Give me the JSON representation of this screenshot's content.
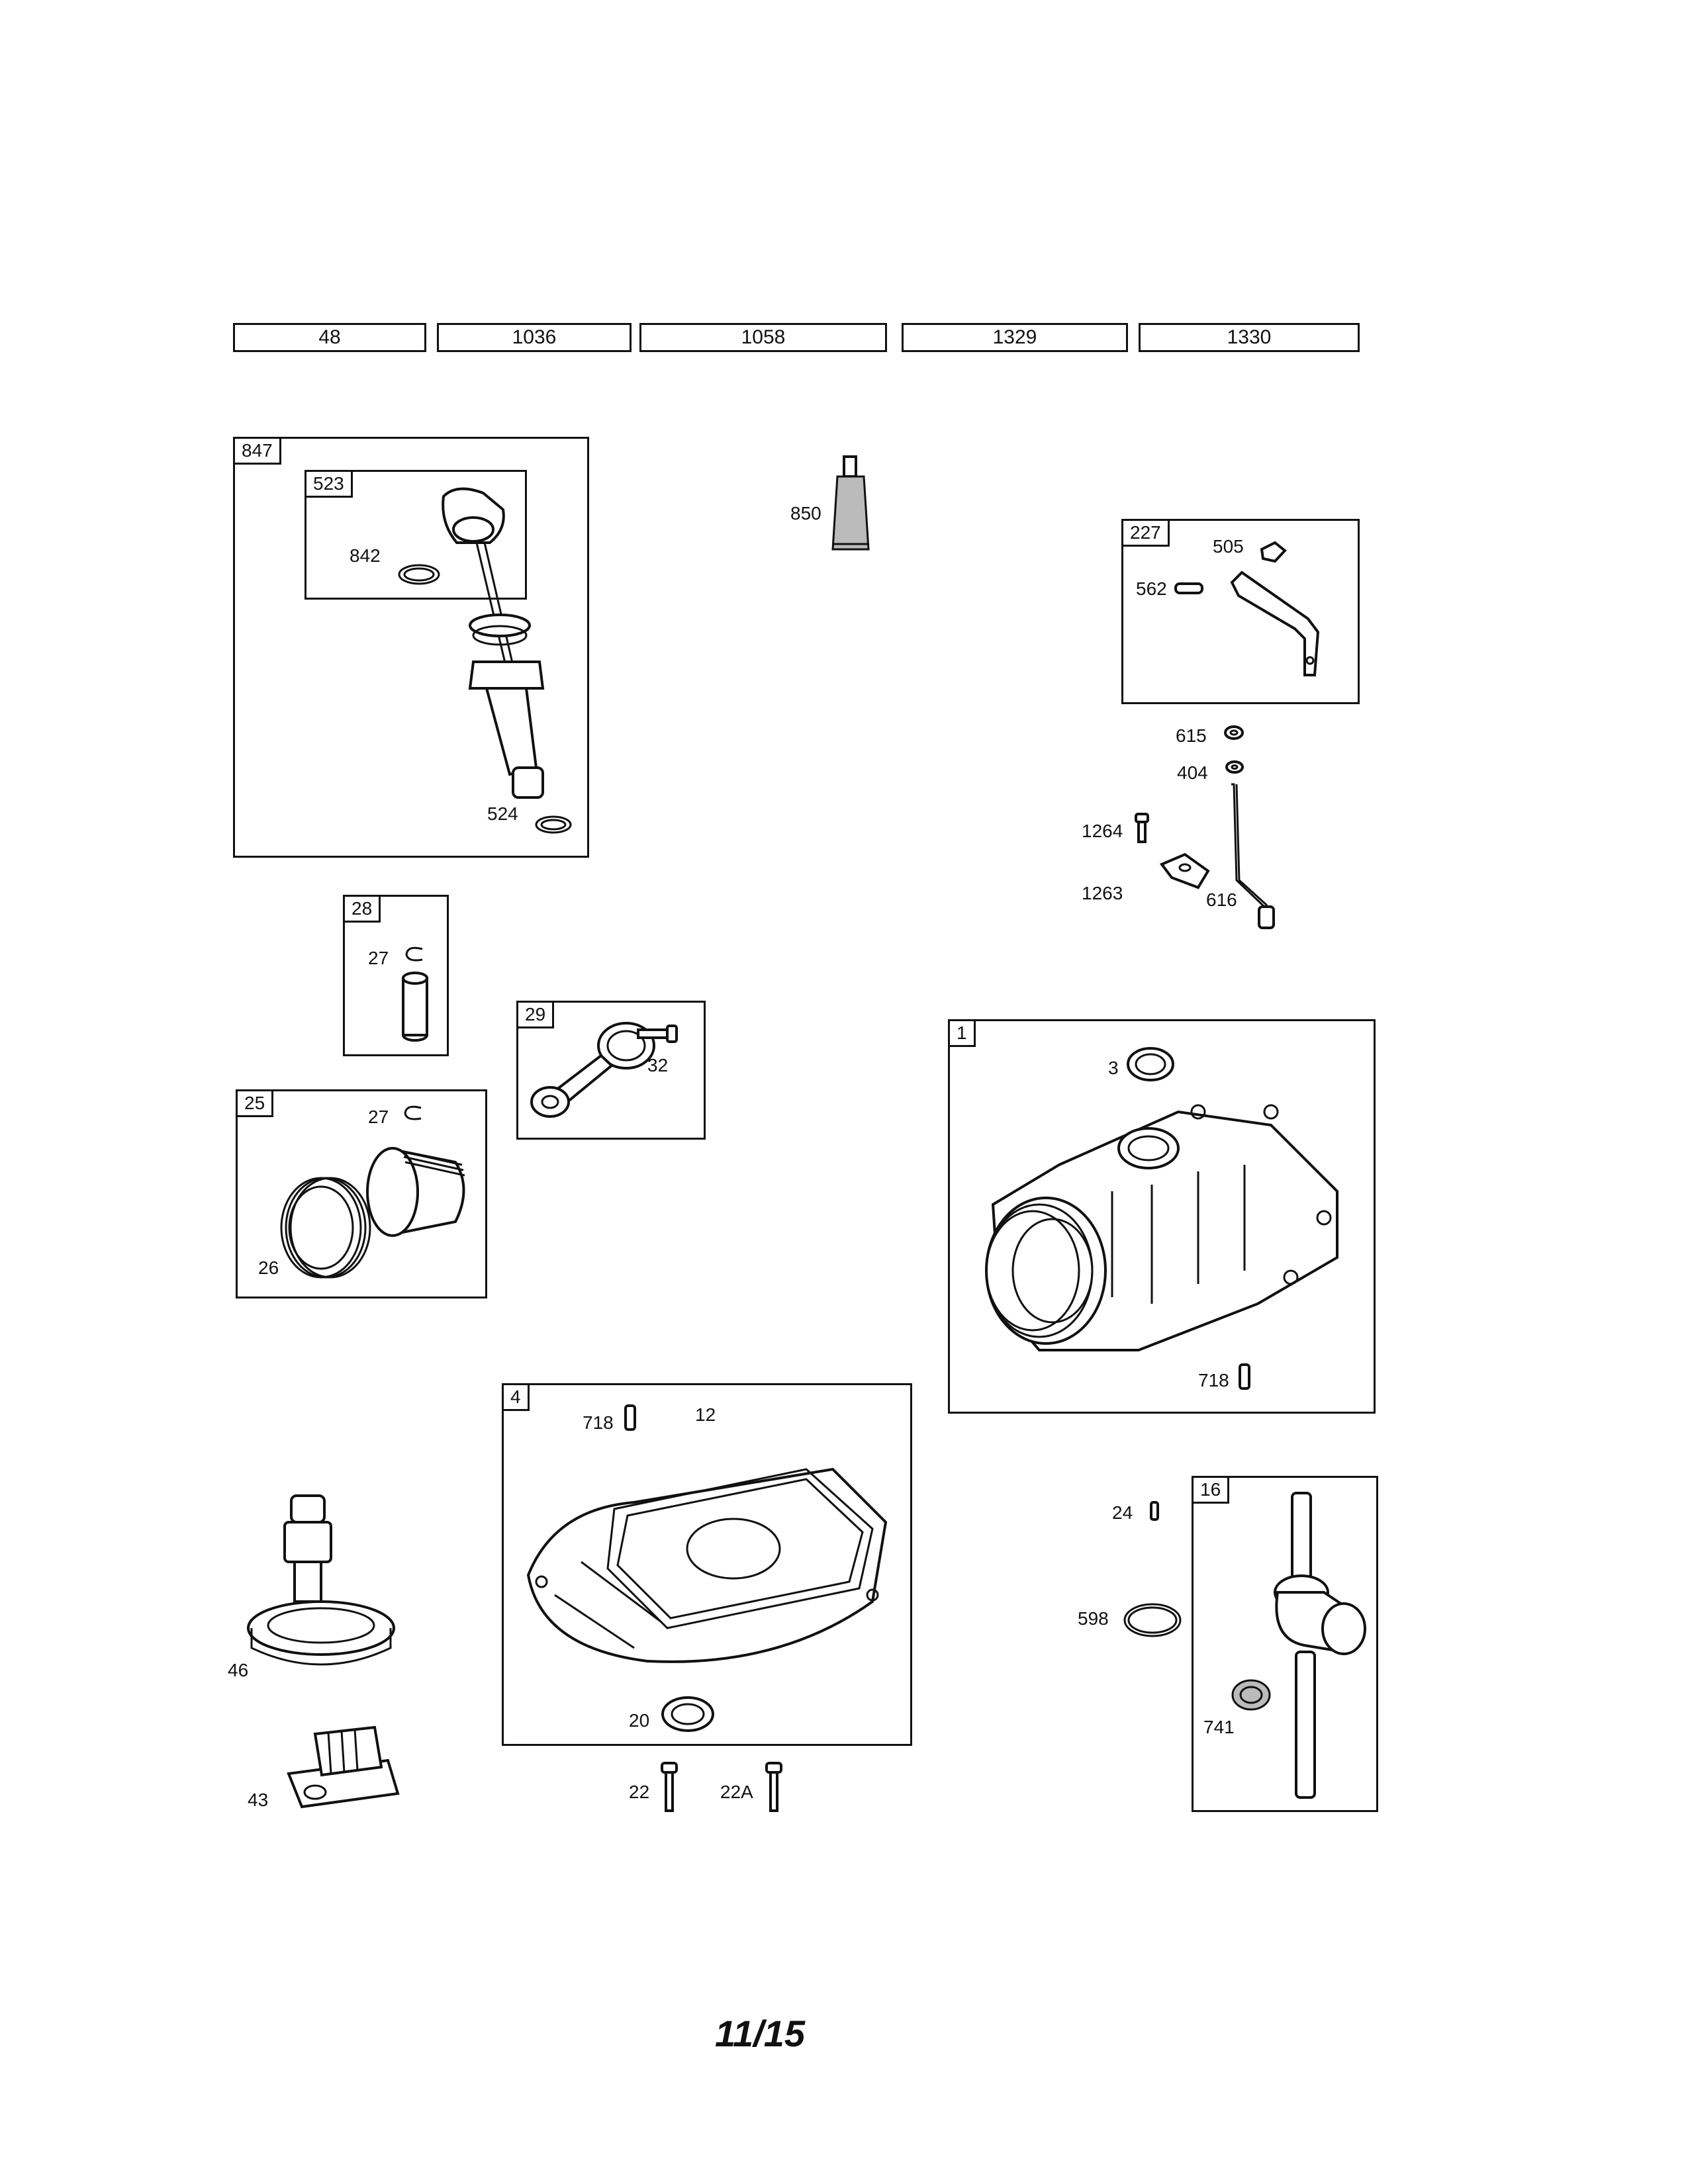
{
  "header_cells": [
    "48",
    "1036",
    "1058",
    "1329",
    "1330"
  ],
  "groups": {
    "g847": "847",
    "g523": "523",
    "g227": "227",
    "g28": "28",
    "g29": "29",
    "g25": "25",
    "g1": "1",
    "g4": "4",
    "g16": "16"
  },
  "labels": {
    "p842": "842",
    "p524": "524",
    "p850": "850",
    "p505": "505",
    "p562": "562",
    "p615": "615",
    "p404": "404",
    "p1264": "1264",
    "p1263": "1263",
    "p616": "616",
    "p27a": "27",
    "p32": "32",
    "p27b": "27",
    "p26": "26",
    "p3": "3",
    "p718a": "718",
    "p718b": "718",
    "p12": "12",
    "p20": "20",
    "p22": "22",
    "p22A": "22A",
    "p24": "24",
    "p598": "598",
    "p741": "741",
    "p46": "46",
    "p43": "43"
  },
  "page_number": "11/15"
}
